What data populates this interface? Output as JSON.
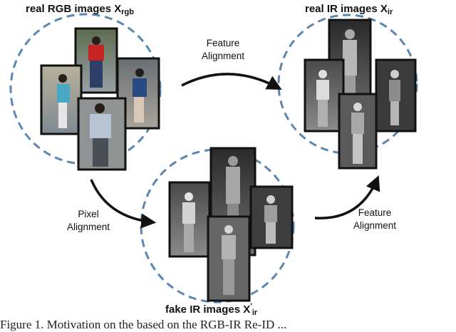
{
  "titles": {
    "rgb": {
      "main": "real RGB images X",
      "sub": "rgb"
    },
    "ir_real": {
      "main": "real IR images X",
      "sub": "ir"
    },
    "ir_fake": {
      "main": "fake IR images X",
      "sup": "'",
      "sub": "ir"
    }
  },
  "arrows": {
    "feature_top": [
      "Feature",
      "Alignment"
    ],
    "pixel": [
      "Pixel",
      "Alignment"
    ],
    "feature_bottom": [
      "Feature",
      "Alignment"
    ]
  },
  "caption": "Figure 1.   Motivation on the based on the RGB-IR Re-ID ...",
  "colors": {
    "circle": "#5b86b0",
    "arrow": "#111111",
    "frame": "#111111"
  }
}
